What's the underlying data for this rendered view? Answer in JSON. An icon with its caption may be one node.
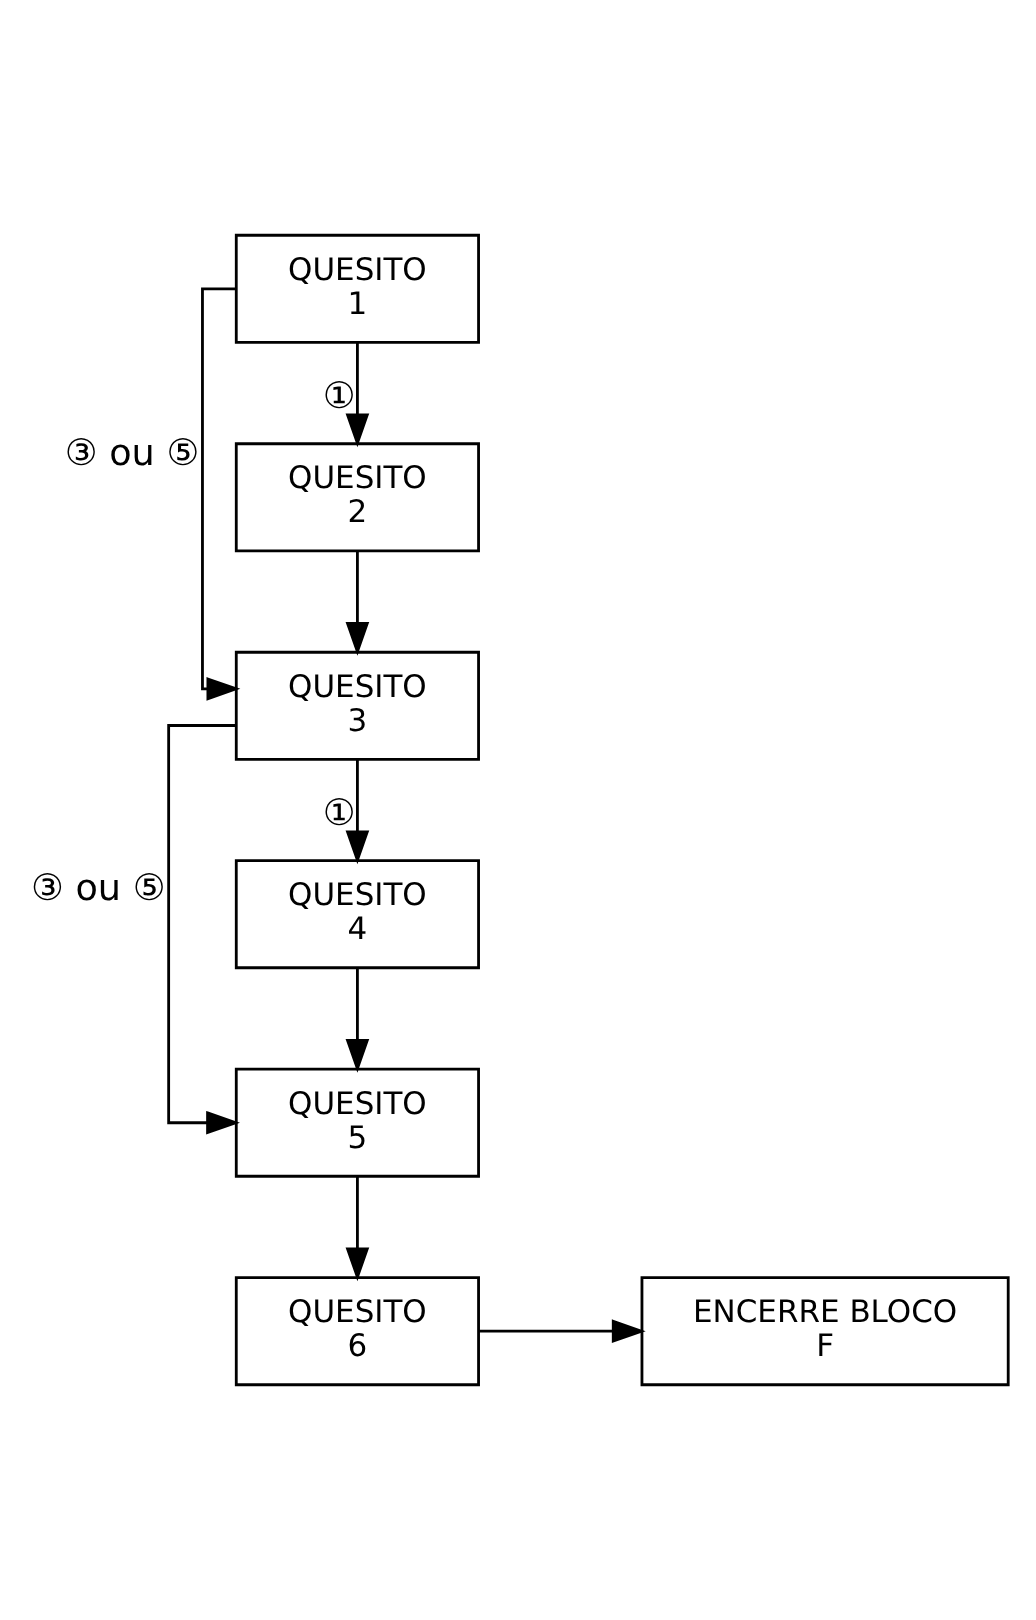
{
  "diagram": {
    "nodes": [
      {
        "text": [
          "QUESITO 1"
        ]
      },
      {
        "text": [
          "QUESITO 2"
        ]
      },
      {
        "text": [
          "QUESITO 3"
        ]
      },
      {
        "text": [
          "QUESITO 4"
        ]
      },
      {
        "text": [
          "QUESITO 5"
        ]
      },
      {
        "text": [
          "QUESITO 6"
        ]
      },
      {
        "text": [
          "ENCERRE BLOCO F"
        ]
      }
    ],
    "edges": [
      {
        "from": 0,
        "to": 1,
        "arrow": "to",
        "label": "①"
      },
      {
        "from": 0,
        "to": 2,
        "arrow": "to",
        "label": "③ ou ⑤"
      },
      {
        "from": 1,
        "to": 2,
        "arrow": "to"
      },
      {
        "from": 2,
        "to": 3,
        "arrow": "to",
        "label": "①"
      },
      {
        "from": 2,
        "to": 4,
        "arrow": "to",
        "label": "③ ou ⑤"
      },
      {
        "from": 3,
        "to": 4,
        "arrow": "to"
      },
      {
        "from": 4,
        "to": 5,
        "arrow": "to"
      },
      {
        "from": 5,
        "to": 6,
        "arrow": "to"
      }
    ]
  }
}
